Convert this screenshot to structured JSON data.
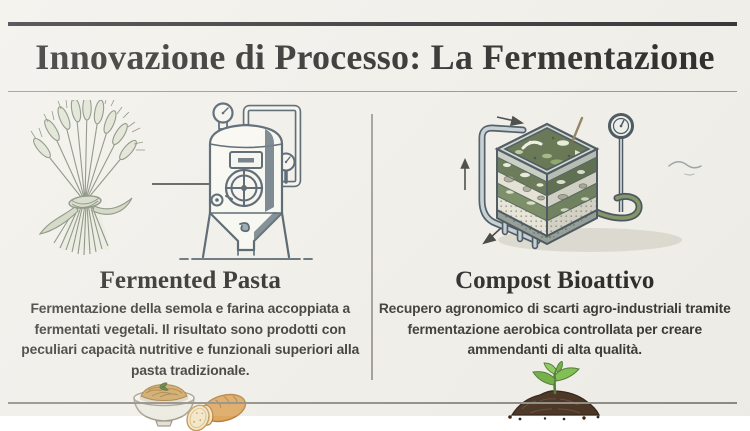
{
  "title": "Innovazione di Processo: La Fermentazione",
  "columns": [
    {
      "heading": "Fermented Pasta",
      "body": "Fermentazione della semola e farina accoppiata a fermentati vegetali. Il risultato sono prodotti con peculiari capacità nutritive e funzionali superiori alla pasta tradizionale.",
      "illustration": "wheat-sheaf-arrow-fermentation-tank",
      "footer_icon": "pasta-bowl-with-bread"
    },
    {
      "heading": "Compost Bioattivo",
      "body": "Recupero agronomico di scarti agro-industriali tramite fermentazione aerobica controllata per creare ammendanti di alta qualità.",
      "illustration": "aerated-compost-bin-with-thermometer",
      "footer_icon": "seedling-in-soil"
    }
  ],
  "colors": {
    "background": "#f1efe9",
    "title_text": "#1e1d1b",
    "body_text": "#33322e",
    "rule_dark": "#26262a",
    "rule_light": "#918f87",
    "tank_line": "#44545f",
    "wheat_line": "#79836f",
    "compost_green": "#5d6f49",
    "pipe_fill": "#c3ced3",
    "soil_brown": "#46301f",
    "leaf_green": "#6fae41"
  }
}
